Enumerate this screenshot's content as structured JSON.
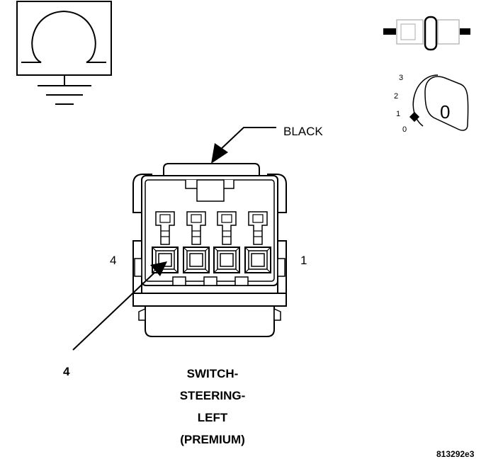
{
  "connector": {
    "color_label": "BLACK",
    "pin_left_label": "4",
    "pin_right_label": "1",
    "callout_label": "4"
  },
  "title_lines": [
    "SWITCH-",
    "STEERING-",
    "LEFT",
    "(PREMIUM)"
  ],
  "figure_id": "813292e3",
  "ignition_key": {
    "positions": [
      "3",
      "2",
      "1",
      "0"
    ],
    "key_label": "0"
  },
  "icons": [
    "ground-ohm-symbol-icon",
    "inline-connector-icon",
    "ignition-key-icon"
  ],
  "colors": {
    "line": "#000000",
    "background": "#ffffff"
  }
}
